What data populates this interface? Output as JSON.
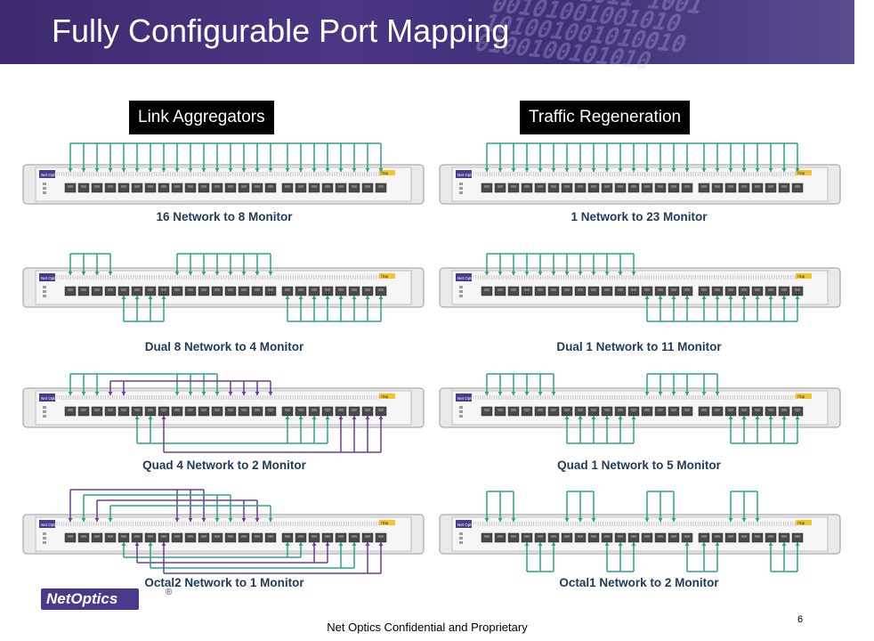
{
  "header": {
    "title": "Fully Configurable Port Mapping",
    "binary": "0101001011 1001\n00101001001010\n101001001010010\n0100100101010"
  },
  "sections": {
    "left_label": "Link Aggregators",
    "right_label": "Traffic Regeneration"
  },
  "device": {
    "badge": "Net Optics",
    "tag": "iTap"
  },
  "captions": {
    "left": [
      "16 Network to 8 Monitor",
      "Dual 8 Network to 4 Monitor",
      "Quad 4 Network to 2 Monitor",
      "Octal2 Network to 1 Monitor"
    ],
    "right": [
      "1 Network to 23 Monitor",
      "Dual 1 Network to 11 Monitor",
      "Quad 1 Network to 5 Monitor",
      "Octal1 Network to 2 Monitor"
    ]
  },
  "colors": {
    "teal": "#2aa38a",
    "purple": "#6a3d9a",
    "header": "#4b3684"
  },
  "logo": {
    "text": "NetOptics",
    "reg": "®"
  },
  "footer": {
    "text": "Net Optics Confidential and Proprietary",
    "page": "6"
  }
}
